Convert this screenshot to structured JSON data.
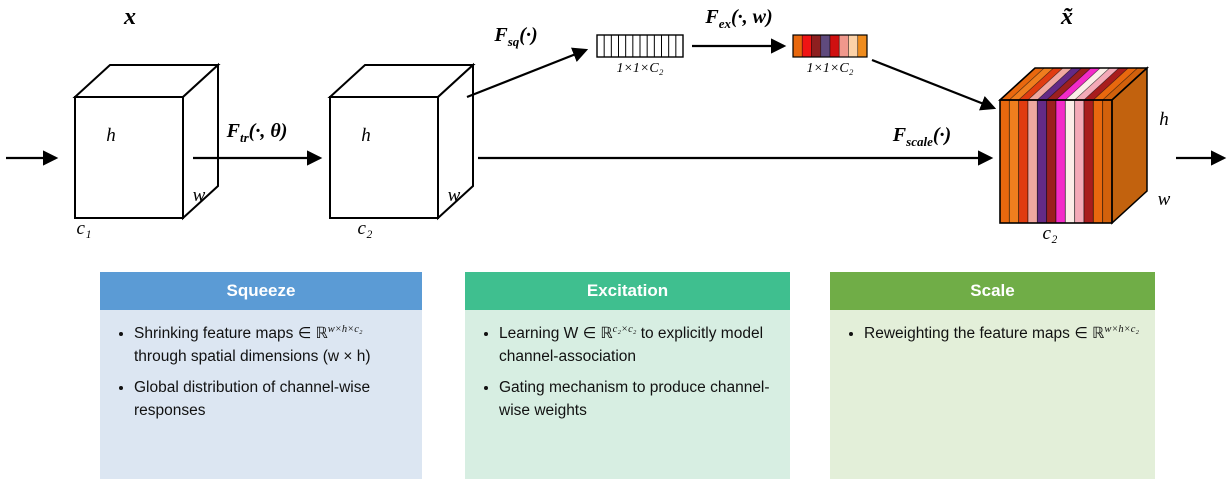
{
  "diagram": {
    "x_label": "x",
    "x_tilde_label": "x̃",
    "cube1": {
      "h": "h",
      "w": "w",
      "c": "c₁"
    },
    "cube2": {
      "h": "h",
      "w": "w",
      "c": "c₂"
    },
    "cube3": {
      "h": "h",
      "w": "w",
      "c": "c₂"
    },
    "f_tr": {
      "f": "F",
      "sub": "tr",
      "args": "(·, θ)"
    },
    "f_sq": {
      "f": "F",
      "sub": "sq",
      "args": "(·)"
    },
    "f_ex": {
      "f": "F",
      "sub": "ex",
      "args": "(·, w)"
    },
    "f_scale": {
      "f": "F",
      "sub": "scale",
      "args": "(·)"
    },
    "squeeze_bar": {
      "label": "1×1×C₂",
      "cells": 12
    },
    "excitation_bar": {
      "label": "1×1×C₂",
      "colors": [
        "#e8680e",
        "#f01414",
        "#8e1f1f",
        "#5f4a7d",
        "#d01010",
        "#f0988c",
        "#fcd2a8",
        "#ef8c1e"
      ]
    },
    "output_cube": {
      "front_colors": [
        "#e8680e",
        "#ef7e1e",
        "#e03c10",
        "#f0a8a0",
        "#642a86",
        "#9c1f1f",
        "#f32bc8",
        "#fceee8",
        "#f4aab8",
        "#a81d1d",
        "#e8680e",
        "#d2610c"
      ],
      "side_color": "#c2620e"
    }
  },
  "boxes": [
    {
      "title": "Squeeze",
      "header_color": "#5b9bd5",
      "body_color": "#dce6f2",
      "bullets": [
        {
          "pre": "Shrinking feature maps ∈ ",
          "r": "ℝ",
          "sup": "w×h×c₂",
          "post": " through spatial dimensions (w × h)"
        },
        {
          "pre": "Global distribution of channel-wise responses"
        }
      ]
    },
    {
      "title": "Excitation",
      "header_color": "#3fbf8f",
      "body_color": "#d7eee2",
      "bullets": [
        {
          "pre": "Learning W ∈ ",
          "r": "ℝ",
          "sup": "c₂×c₂",
          "post": " to explicitly model channel-association"
        },
        {
          "pre": "Gating mechanism to produce channel-wise weights"
        }
      ]
    },
    {
      "title": "Scale",
      "header_color": "#70ad47",
      "body_color": "#e3efd9",
      "bullets": [
        {
          "pre": "Reweighting the feature maps ∈ ",
          "r": "ℝ",
          "sup": "w×h×c₂"
        }
      ]
    }
  ]
}
